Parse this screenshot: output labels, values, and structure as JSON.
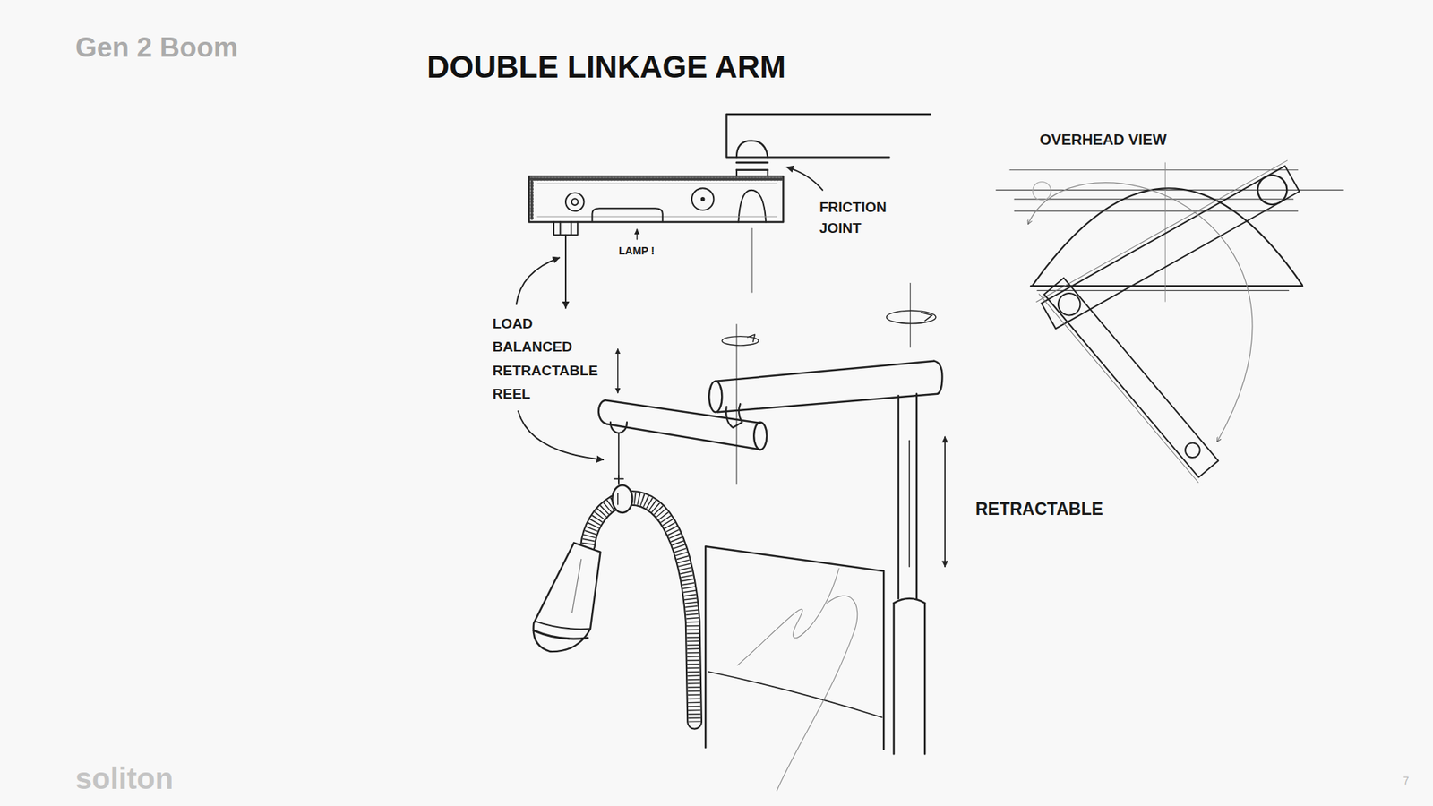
{
  "diagram": {
    "title": "DOUBLE LINKAGE ARM",
    "labels": [
      "Gen 2 Boom",
      "FRICTION JOINT",
      "LAMP !",
      "LOAD BALANCED RETRACTABLE REEL",
      "RETRACTABLE",
      "OVERHEAD VIEW",
      "soliton",
      "7"
    ]
  }
}
